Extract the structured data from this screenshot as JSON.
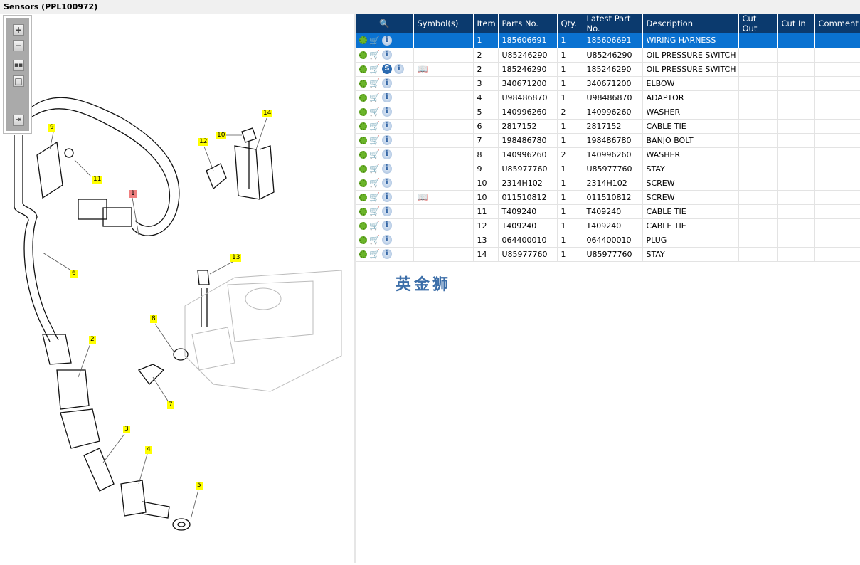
{
  "title": "Sensors (PPL100972)",
  "toolbar": {
    "buttons": [
      "zoom-in",
      "zoom-out",
      "fit-all",
      "fit-window",
      "toggle-list"
    ]
  },
  "table": {
    "headers": {
      "icon": "search-parts-icon",
      "symbols": "Symbol(s)",
      "item": "Item",
      "parts_no": "Parts No.",
      "qty": "Qty.",
      "latest": "Latest Part No.",
      "description": "Description",
      "cut_out": "Cut Out",
      "cut_in": "Cut In",
      "comment": "Comment"
    },
    "rows": [
      {
        "item": "1",
        "parts_no": "185606691",
        "qty": "1",
        "latest": "185606691",
        "description": "WIRING HARNESS",
        "s": false,
        "book": false,
        "selected": true
      },
      {
        "item": "2",
        "parts_no": "U85246290",
        "qty": "1",
        "latest": "U85246290",
        "description": "OIL PRESSURE SWITCH",
        "s": false,
        "book": false
      },
      {
        "item": "2",
        "parts_no": "185246290",
        "qty": "1",
        "latest": "185246290",
        "description": "OIL PRESSURE SWITCH",
        "s": true,
        "book": true
      },
      {
        "item": "3",
        "parts_no": "340671200",
        "qty": "1",
        "latest": "340671200",
        "description": "ELBOW",
        "s": false,
        "book": false
      },
      {
        "item": "4",
        "parts_no": "U98486870",
        "qty": "1",
        "latest": "U98486870",
        "description": "ADAPTOR",
        "s": false,
        "book": false
      },
      {
        "item": "5",
        "parts_no": "140996260",
        "qty": "2",
        "latest": "140996260",
        "description": "WASHER",
        "s": false,
        "book": false
      },
      {
        "item": "6",
        "parts_no": "2817152",
        "qty": "1",
        "latest": "2817152",
        "description": "CABLE TIE",
        "s": false,
        "book": false
      },
      {
        "item": "7",
        "parts_no": "198486780",
        "qty": "1",
        "latest": "198486780",
        "description": "BANJO BOLT",
        "s": false,
        "book": false
      },
      {
        "item": "8",
        "parts_no": "140996260",
        "qty": "2",
        "latest": "140996260",
        "description": "WASHER",
        "s": false,
        "book": false
      },
      {
        "item": "9",
        "parts_no": "U85977760",
        "qty": "1",
        "latest": "U85977760",
        "description": "STAY",
        "s": false,
        "book": false
      },
      {
        "item": "10",
        "parts_no": "2314H102",
        "qty": "1",
        "latest": "2314H102",
        "description": "SCREW",
        "s": false,
        "book": false
      },
      {
        "item": "10",
        "parts_no": "011510812",
        "qty": "1",
        "latest": "011510812",
        "description": "SCREW",
        "s": false,
        "book": true
      },
      {
        "item": "11",
        "parts_no": "T409240",
        "qty": "1",
        "latest": "T409240",
        "description": "CABLE TIE",
        "s": false,
        "book": false
      },
      {
        "item": "12",
        "parts_no": "T409240",
        "qty": "1",
        "latest": "T409240",
        "description": "CABLE TIE",
        "s": false,
        "book": false
      },
      {
        "item": "13",
        "parts_no": "064400010",
        "qty": "1",
        "latest": "064400010",
        "description": "PLUG",
        "s": false,
        "book": false
      },
      {
        "item": "14",
        "parts_no": "U85977760",
        "qty": "1",
        "latest": "U85977760",
        "description": "STAY",
        "s": false,
        "book": false
      }
    ]
  },
  "icons": {
    "s_label": "S",
    "info_label": "i"
  },
  "callouts": [
    "9",
    "11",
    "1",
    "12",
    "10",
    "14",
    "6",
    "13",
    "2",
    "8",
    "7",
    "3",
    "4",
    "5"
  ],
  "watermark": "英金狮"
}
